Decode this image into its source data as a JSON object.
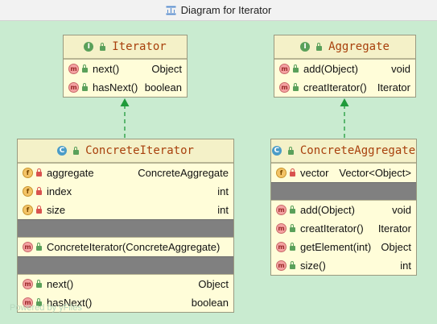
{
  "window": {
    "title": "Diagram for Iterator"
  },
  "watermark": "Powered by yFiles",
  "nodes": {
    "iterator": {
      "name": "Iterator",
      "kind": "I",
      "methods": [
        {
          "name": "next()",
          "type": "Object"
        },
        {
          "name": "hasNext()",
          "type": "boolean"
        }
      ]
    },
    "aggregate": {
      "name": "Aggregate",
      "kind": "I",
      "methods": [
        {
          "name": "add(Object)",
          "type": "void"
        },
        {
          "name": "creatIterator()",
          "type": "Iterator"
        }
      ]
    },
    "concrete_iterator": {
      "name": "ConcreteIterator",
      "kind": "C",
      "fields": [
        {
          "name": "aggregate",
          "type": "ConcreteAggregate"
        },
        {
          "name": "index",
          "type": "int"
        },
        {
          "name": "size",
          "type": "int"
        }
      ],
      "constructors": [
        {
          "name": "ConcreteIterator(ConcreteAggregate)",
          "type": ""
        }
      ],
      "methods": [
        {
          "name": "next()",
          "type": "Object"
        },
        {
          "name": "hasNext()",
          "type": "boolean"
        }
      ]
    },
    "concrete_aggregate": {
      "name": "ConcreteAggregate",
      "kind": "C",
      "fields": [
        {
          "name": "vector",
          "type": "Vector<Object>"
        }
      ],
      "methods": [
        {
          "name": "add(Object)",
          "type": "void"
        },
        {
          "name": "creatIterator()",
          "type": "Iterator"
        },
        {
          "name": "getElement(int)",
          "type": "Object"
        },
        {
          "name": "size()",
          "type": "int"
        }
      ]
    }
  },
  "badges": {
    "interface": "I",
    "class": "C",
    "method": "m",
    "field": "f"
  },
  "colors": {
    "background": "#c9ebd0",
    "node_fill": "#fffdd9",
    "title_text": "#a8400c",
    "edge": "#1f9a3a",
    "gray_section": "#808080"
  },
  "icons": [
    "diagram-icon",
    "interface-icon",
    "class-icon",
    "method-icon",
    "field-icon",
    "public-lock-icon",
    "private-lock-icon"
  ]
}
